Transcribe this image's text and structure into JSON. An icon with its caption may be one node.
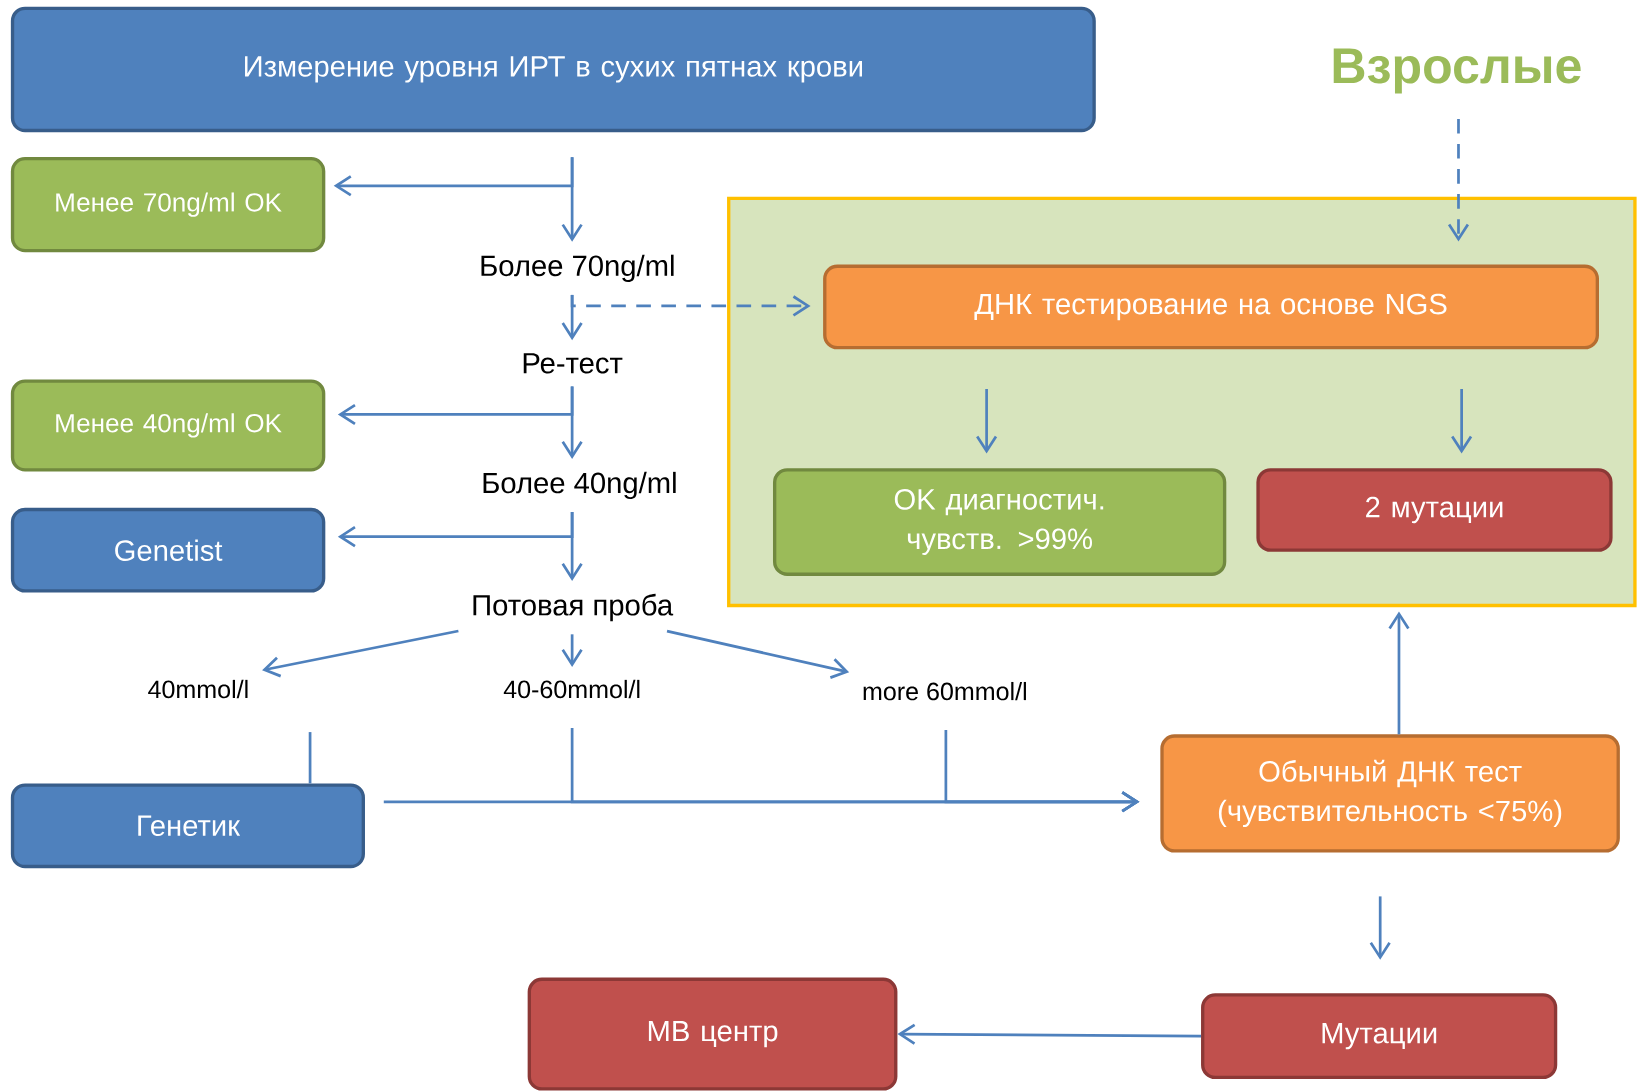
{
  "diagram": {
    "nodes": [
      {
        "text": [
          "Измерение уровня ИРТ в сухих пятнах крови"
        ]
      },
      {
        "text": [
          "Менее 70ng/ml OK"
        ]
      },
      {
        "text": [
          "Более 70ng/ml"
        ]
      },
      {
        "text": [
          "Ре-тест"
        ]
      },
      {
        "text": [
          "Менее 40ng/ml OK"
        ]
      },
      {
        "text": [
          "Более 40ng/ml"
        ]
      },
      {
        "text": [
          "Genetist"
        ]
      },
      {
        "text": [
          "Потовая проба"
        ]
      },
      {
        "text": [
          "40mmol/l"
        ]
      },
      {
        "text": [
          "40-60mmol/l"
        ]
      },
      {
        "text": [
          "more 60mmol/l"
        ]
      },
      {
        "text": [
          "Генетик"
        ]
      },
      {
        "text": [],
        "shape": "box"
      },
      {
        "text": [
          "Взрослые"
        ]
      },
      {
        "text": [
          "ДНК тестирование на основе NGS"
        ],
        "in": 12
      },
      {
        "text": [
          "OK диагностич. чувств. >99%"
        ],
        "in": 12
      },
      {
        "text": [
          "2 мутации"
        ],
        "in": 12
      },
      {
        "text": [
          "Обычный ДНК тест (чувствительность <75%)"
        ]
      },
      {
        "text": [
          "МВ центр"
        ]
      },
      {
        "text": [
          "Мутации"
        ]
      }
    ],
    "edges": [
      {
        "from": 0,
        "to": 2,
        "arrow": "to"
      },
      {
        "from": 0,
        "to": 1,
        "arrow": "to"
      },
      {
        "from": 2,
        "to": 3,
        "arrow": "to"
      },
      {
        "from": 2,
        "to": 14,
        "arrow": "to",
        "style": "dashed"
      },
      {
        "from": 3,
        "to": 5,
        "arrow": "to"
      },
      {
        "from": 3,
        "to": 4,
        "arrow": "to"
      },
      {
        "from": 5,
        "to": 7,
        "arrow": "to"
      },
      {
        "from": 5,
        "to": 6,
        "arrow": "to"
      },
      {
        "from": 7,
        "to": 8,
        "arrow": "to"
      },
      {
        "from": 7,
        "to": 9,
        "arrow": "to"
      },
      {
        "from": 7,
        "to": 10,
        "arrow": "to"
      },
      {
        "from": 8,
        "to": 11,
        "arrow": "none"
      },
      {
        "from": 9,
        "to": 17,
        "arrow": "to"
      },
      {
        "from": 10,
        "to": 17,
        "arrow": "to"
      },
      {
        "from": 11,
        "to": 17,
        "arrow": "to"
      },
      {
        "from": 13,
        "to": 14,
        "arrow": "to",
        "style": "dashed"
      },
      {
        "from": 14,
        "to": 15,
        "arrow": "to"
      },
      {
        "from": 14,
        "to": 16,
        "arrow": "to"
      },
      {
        "from": 17,
        "to": 12,
        "arrow": "to"
      },
      {
        "from": 17,
        "to": 19,
        "arrow": "to"
      },
      {
        "from": 19,
        "to": 18,
        "arrow": "to"
      }
    ]
  }
}
